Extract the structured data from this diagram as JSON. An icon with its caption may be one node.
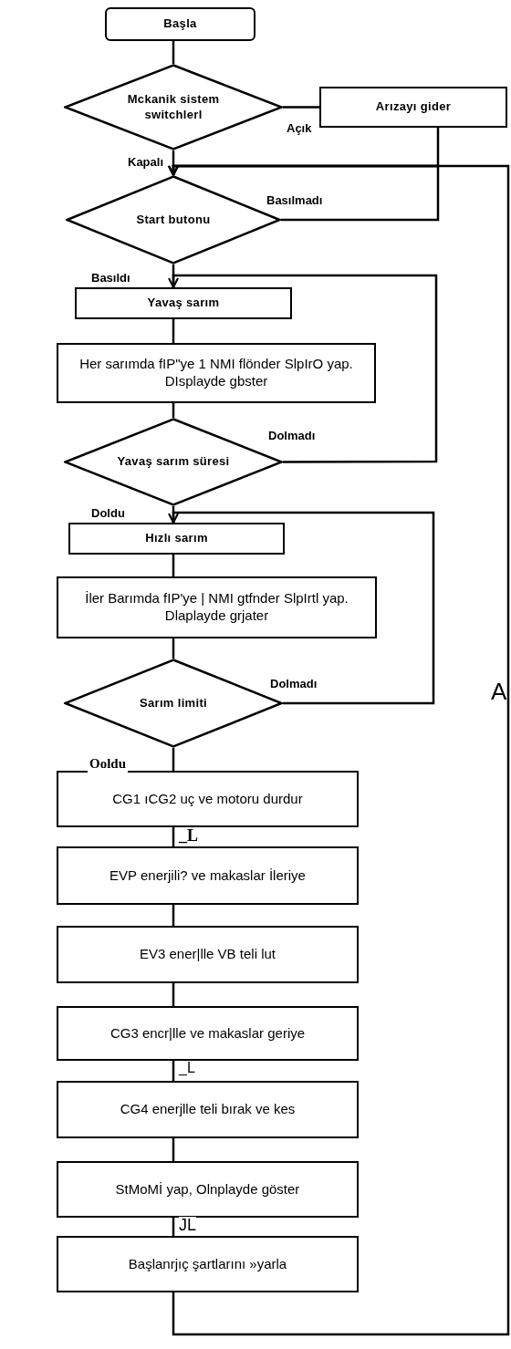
{
  "diagram": {
    "nodes": [
      {
        "text": [
          "Başla"
        ]
      },
      {
        "text": [
          "Mckanik sistem switchlerl"
        ]
      },
      {
        "text": [
          "Arızayı gider"
        ]
      },
      {
        "text": [
          "Start butonu"
        ]
      },
      {
        "text": [
          "Yavaş sarım"
        ]
      },
      {
        "text": [
          "Her sarımda fIP\"ye 1 NMI flönder SlpIrO yap. DIsplayde gbster"
        ]
      },
      {
        "text": [
          "Yavaş sarım süresi"
        ]
      },
      {
        "text": [
          "Hızlı sarım"
        ]
      },
      {
        "text": [
          "İler Barımda fIP'ye | NMI gtfnder SlpIrtl yap. Dlaplayde grjater"
        ]
      },
      {
        "text": [
          "Sarım limiti"
        ]
      },
      {
        "text": [
          "CG1 ıCG2 uç ve motoru durdur"
        ]
      },
      {
        "text": [
          "EVP enerjili? ve makaslar İleriye"
        ]
      },
      {
        "text": [
          "EV3 ener|lle VB teli lut"
        ]
      },
      {
        "text": [
          "CG3 encr|lle ve makaslar geriye"
        ]
      },
      {
        "text": [
          "CG4 enerjlle teli bırak ve kes"
        ]
      },
      {
        "text": [
          "StMoMİ yap, Olnplayde göster"
        ]
      },
      {
        "text": [
          "Başlanrjıç şartlarını »yarla"
        ]
      }
    ],
    "edges": [
      {
        "from": 0,
        "to": 1,
        "arrow": "none"
      },
      {
        "from": 1,
        "to": 2,
        "arrow": "none",
        "label": "Açık"
      },
      {
        "from": 1,
        "to": 3,
        "arrow": "none",
        "label": "Kapalı"
      },
      {
        "from": 2,
        "to": 3,
        "arrow": "to"
      },
      {
        "from": 3,
        "to": 3,
        "arrow": "to",
        "label": "Basılmadı"
      },
      {
        "from": 16,
        "to": 3,
        "arrow": "to"
      },
      {
        "from": 3,
        "to": 4,
        "arrow": "none",
        "label": "Basıldı"
      },
      {
        "from": 4,
        "to": 5,
        "arrow": "none"
      },
      {
        "from": 5,
        "to": 6,
        "arrow": "none"
      },
      {
        "from": 6,
        "to": 4,
        "arrow": "to",
        "label": "Dolmadı"
      },
      {
        "from": 6,
        "to": 7,
        "arrow": "none",
        "label": "Doldu"
      },
      {
        "from": 7,
        "to": 8,
        "arrow": "none"
      },
      {
        "from": 8,
        "to": 9,
        "arrow": "none"
      },
      {
        "from": 9,
        "to": 7,
        "arrow": "to",
        "label": "Dolmadı"
      },
      {
        "from": 9,
        "to": 10,
        "arrow": "none",
        "label": "Ooldu"
      },
      {
        "from": 10,
        "to": 11,
        "arrow": "none"
      },
      {
        "from": 11,
        "to": 12,
        "arrow": "none"
      },
      {
        "from": 12,
        "to": 13,
        "arrow": "none"
      },
      {
        "from": 13,
        "to": 14,
        "arrow": "none"
      },
      {
        "from": 14,
        "to": 15,
        "arrow": "none"
      },
      {
        "from": 15,
        "to": 16,
        "arrow": "none"
      }
    ],
    "labels": [
      "A",
      "_L",
      "_L",
      "JL"
    ]
  }
}
